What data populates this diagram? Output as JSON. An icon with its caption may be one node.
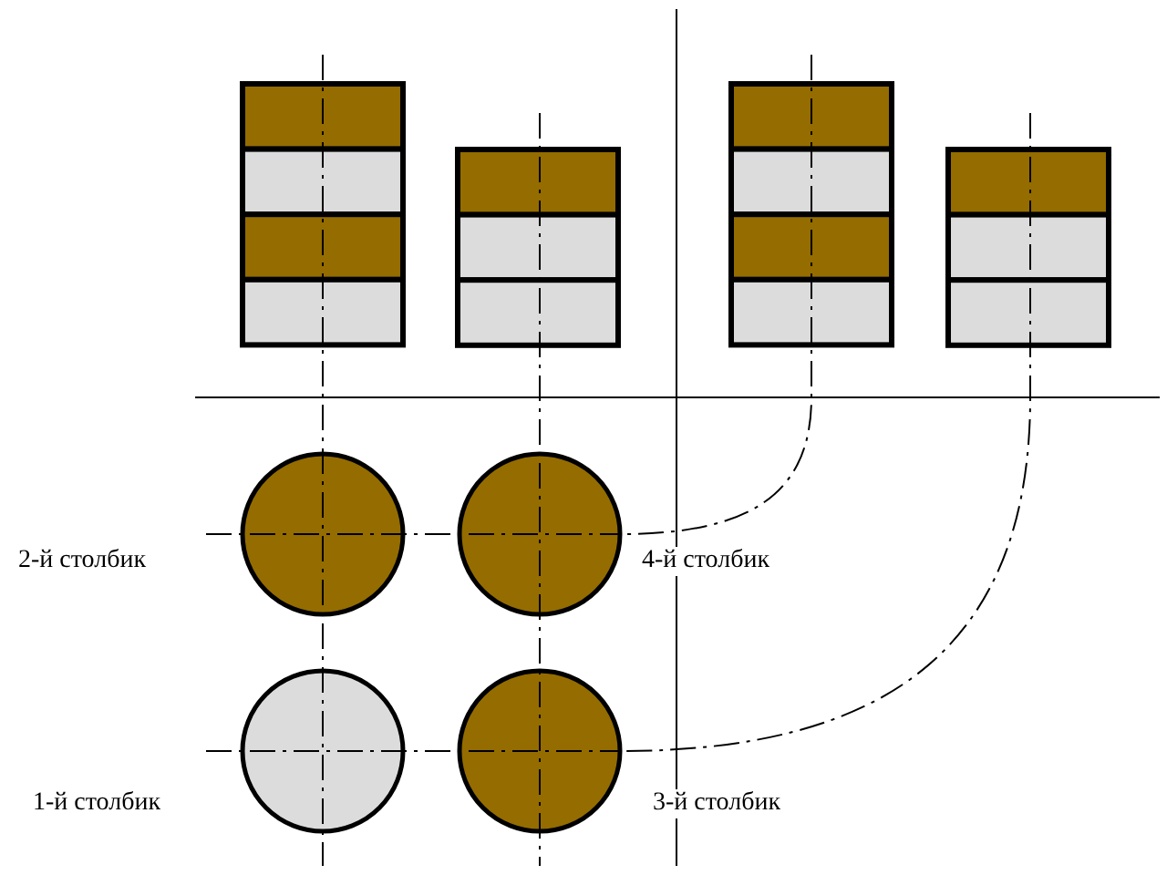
{
  "diagram": {
    "labels": [
      "2-й столбик",
      "4-й столбик",
      "1-й столбик",
      "3-й столбик"
    ]
  }
}
